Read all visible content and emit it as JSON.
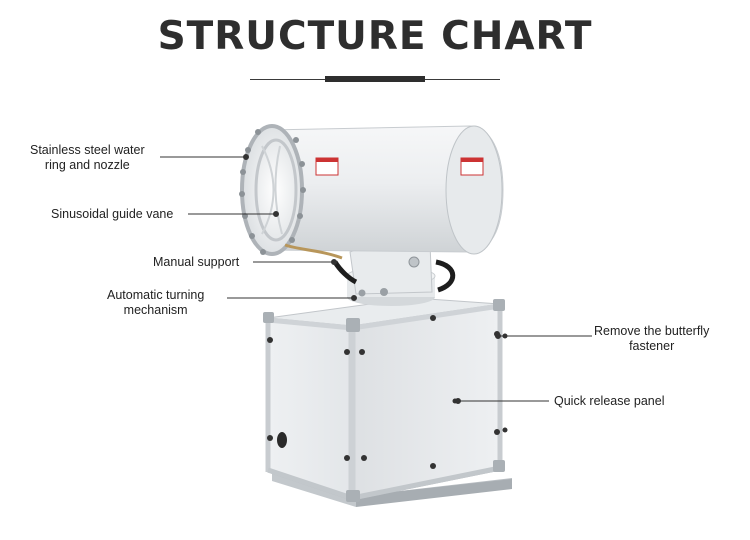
{
  "header": {
    "title": "STRUCTURE CHART"
  },
  "callouts": {
    "nozzle": {
      "line1": "Stainless steel water",
      "line2": "ring and nozzle"
    },
    "guide_vane": {
      "text": "Sinusoidal guide vane"
    },
    "manual_support": {
      "text": "Manual support"
    },
    "turning": {
      "line1": "Automatic turning",
      "line2": "mechanism"
    },
    "butterfly": {
      "line1": "Remove the butterfly",
      "line2": "fastener"
    },
    "panel": {
      "text": "Quick release panel"
    }
  }
}
